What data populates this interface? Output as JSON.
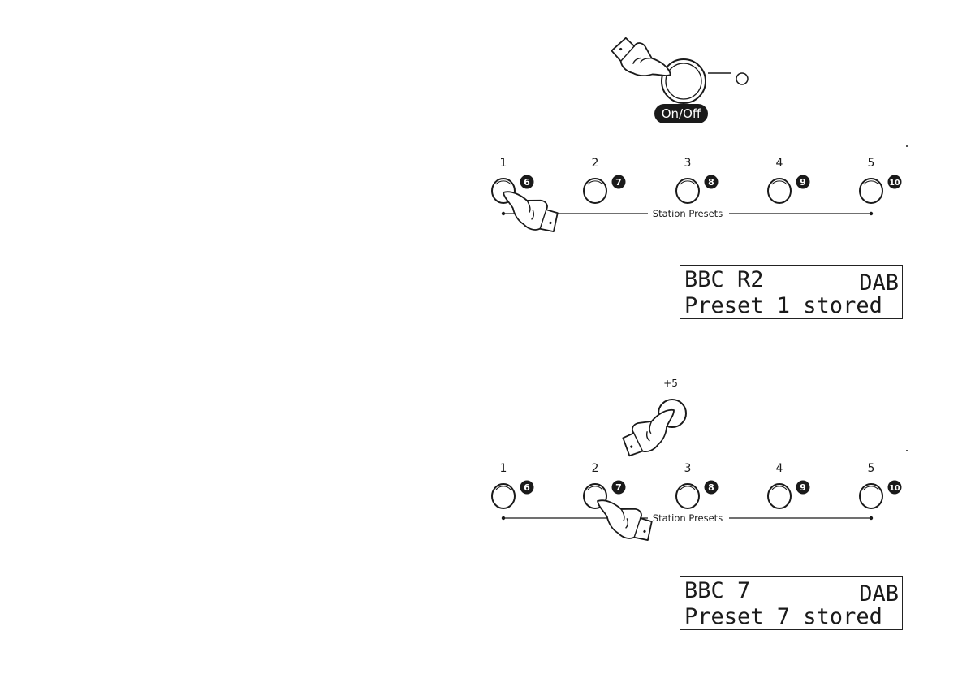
{
  "power": {
    "button_label": "On/Off"
  },
  "presets_row_1": {
    "label": "Station Presets",
    "numbers": [
      "1",
      "2",
      "3",
      "4",
      "5"
    ],
    "badges": [
      "6",
      "7",
      "8",
      "9",
      "10"
    ],
    "pressed": "1"
  },
  "shift": {
    "label": "+5"
  },
  "presets_row_2": {
    "label": "Station Presets",
    "numbers": [
      "1",
      "2",
      "3",
      "4",
      "5"
    ],
    "badges": [
      "6",
      "7",
      "8",
      "9",
      "10"
    ],
    "pressed": "2"
  },
  "display_1": {
    "station": "BBC R2",
    "mode": "DAB",
    "message": "Preset 1 stored"
  },
  "display_2": {
    "station": "BBC 7",
    "mode": "DAB",
    "message": "Preset 7 stored"
  }
}
